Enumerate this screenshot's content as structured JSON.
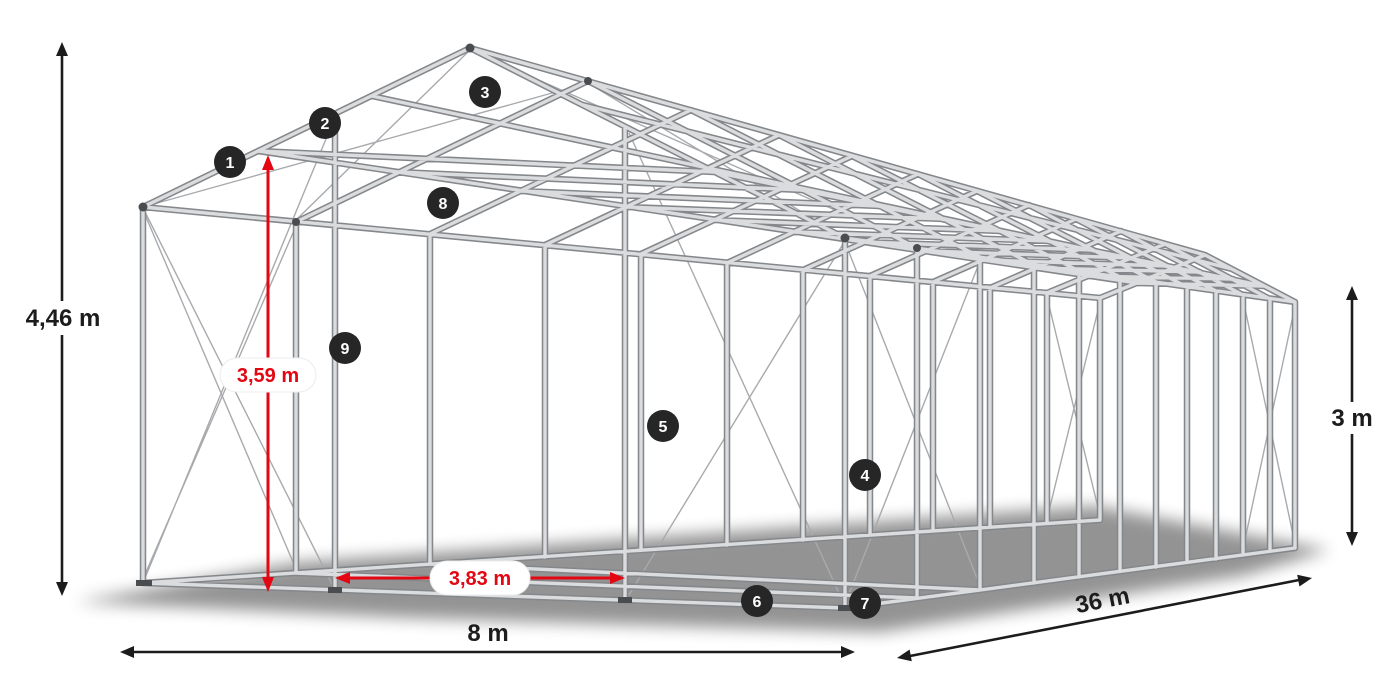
{
  "colors": {
    "background": "#ffffff",
    "frame_dark": "#85888b",
    "frame_light": "#dadcde",
    "cable": "#a8aaad",
    "fitting": "#4a4d50",
    "accent_red": "#e30613",
    "dim_text": "#1c1c1c",
    "badge_bg": "#262626",
    "badge_text": "#ffffff",
    "shadow": "#000000"
  },
  "dimensions": {
    "total_height": "4,46 m",
    "entrance_height": "3,59 m",
    "side_height": "3 m",
    "width": "8 m",
    "entrance_width": "3,83 m",
    "length": "36 m"
  },
  "badges": [
    {
      "n": "1"
    },
    {
      "n": "2"
    },
    {
      "n": "3"
    },
    {
      "n": "4"
    },
    {
      "n": "5"
    },
    {
      "n": "6"
    },
    {
      "n": "7"
    },
    {
      "n": "8"
    },
    {
      "n": "9"
    }
  ]
}
